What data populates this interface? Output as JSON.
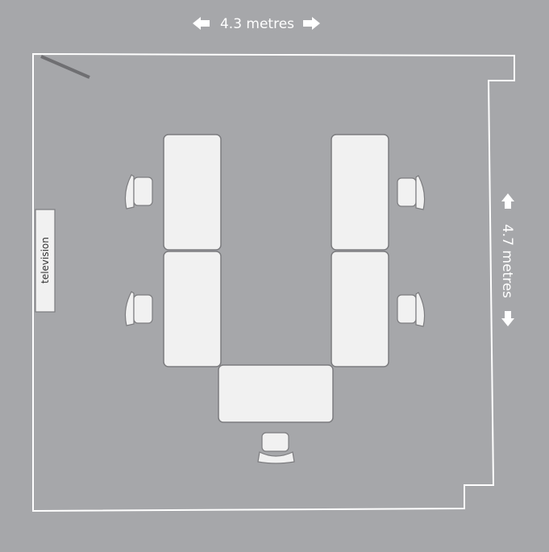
{
  "dimensions": {
    "width_label": "4.3 metres",
    "height_label": "4.7 metres"
  },
  "television": {
    "label": "television"
  },
  "colors": {
    "background": "#a6a7aa",
    "walls": "#ffffff",
    "furniture_fill": "#f1f1f1",
    "furniture_stroke": "#7c7c7f",
    "door": "#6f6f72"
  },
  "layout": {
    "type": "U-shape",
    "tables": 5,
    "chairs": 5
  }
}
